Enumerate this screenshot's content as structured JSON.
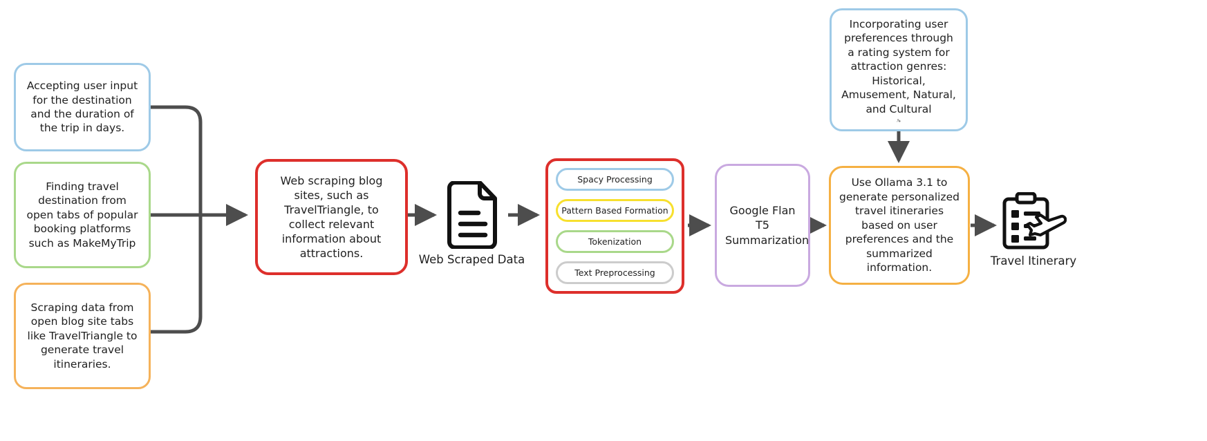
{
  "diagram": {
    "title": "Travel itinerary generation pipeline",
    "colors": {
      "blue": "#9ecae7",
      "green": "#a9d88a",
      "orange": "#f5b25a",
      "red": "#dd2f2b",
      "purple": "#c9a9e0",
      "amber": "#f5b043",
      "yellow": "#f7e02e",
      "gray": "#cccccc",
      "arrow": "#4d4d4d",
      "text": "#1f1f1f"
    },
    "inputs": [
      {
        "id": "input-accepting-user-input",
        "text": "Accepting user input for the destination and the duration of the trip in days."
      },
      {
        "id": "input-finding-travel-destination",
        "text": "Finding travel destination from open tabs of popular booking platforms such as MakeMyTrip"
      },
      {
        "id": "input-scraping-blog-tabs",
        "text": "Scraping data from open blog site tabs like TravelTriangle to generate travel itineraries."
      }
    ],
    "scraping_node": {
      "text": "Web scraping blog sites, such as TravelTriangle, to collect relevant information about attractions."
    },
    "data_icon": {
      "icon": "document-icon",
      "caption": "Web Scraped Data"
    },
    "pipeline": {
      "steps": [
        {
          "label": "Spacy Processing",
          "color": "blue"
        },
        {
          "label": "Pattern Based Formation",
          "color": "yellow"
        },
        {
          "label": "Tokenization",
          "color": "green"
        },
        {
          "label": "Text Preprocessing",
          "color": "gray"
        }
      ]
    },
    "summarization_node": {
      "text": "Google Flan T5 Summarization"
    },
    "preferences_node": {
      "text": "Incorporating user preferences through a rating system for attraction genres: Historical, Amusement, Natural, and Cultural",
      "icon": "user-gear-icon"
    },
    "generation_node": {
      "text": "Use Ollama 3.1 to generate personalized travel itineraries based on user preferences and the summarized information."
    },
    "output_icon": {
      "icon": "itinerary-plane-clipboard-icon",
      "caption": "Travel Itinerary"
    }
  }
}
